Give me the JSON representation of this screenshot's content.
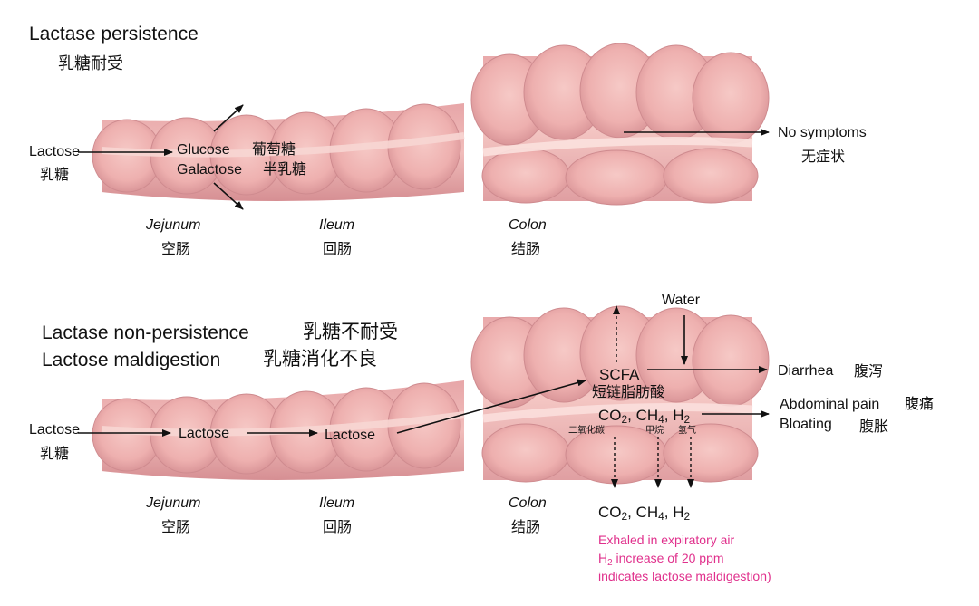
{
  "colors": {
    "tissue": "#ecaeae",
    "tissue_dark": "#c98084",
    "tissue_light": "#f7d4d2",
    "arrow": "#111111",
    "note": "#e0308c"
  },
  "top": {
    "title": "Lactase persistence",
    "title_cn": "乳糖耐受",
    "lactose": "Lactose",
    "lactose_cn": "乳糖",
    "glucose": "Glucose",
    "glucose_cn": "葡萄糖",
    "galactose": "Galactose",
    "galactose_cn": "半乳糖",
    "jejunum": "Jejunum",
    "jejunum_cn": "空肠",
    "ileum": "Ileum",
    "ileum_cn": "回肠",
    "colon": "Colon",
    "colon_cn": "结肠",
    "no_symptoms": "No symptoms",
    "no_symptoms_cn": "无症状"
  },
  "bottom": {
    "title1": "Lactase non-persistence",
    "title1_cn": "乳糖不耐受",
    "title2": "Lactose maldigestion",
    "title2_cn": "乳糖消化不良",
    "lactose": "Lactose",
    "lactose_cn": "乳糖",
    "lactose_mid1": "Lactose",
    "lactose_mid2": "Lactose",
    "jejunum": "Jejunum",
    "jejunum_cn": "空肠",
    "ileum": "Ileum",
    "ileum_cn": "回肠",
    "colon": "Colon",
    "colon_cn": "结肠",
    "water": "Water",
    "scfa": "SCFA",
    "scfa_cn": "短链脂肪酸",
    "gas_co": "CO",
    "gas_co_sub": "2",
    "gas_sep1": ", CH",
    "gas_ch_sub": "4",
    "gas_sep2": ", H",
    "gas_h_sub": "2",
    "cn_co2": "二氧化碳",
    "cn_ch4": "甲烷",
    "cn_h2": "氢气",
    "diarrhea": "Diarrhea",
    "diarrhea_cn": "腹泻",
    "abdominal": "Abdominal pain",
    "abdominal_cn": "腹痛",
    "bloating": "Bloating",
    "bloating_cn": "腹胀",
    "exhaled_co": "CO",
    "exhaled_co_sub": "2",
    "exhaled_sep1": ", CH",
    "exhaled_ch_sub": "4",
    "exhaled_sep2": ", H",
    "exhaled_h_sub": "2",
    "note1": "Exhaled in expiratory air",
    "note2_h": "H",
    "note2_sub": "2",
    "note2_rest": " increase of 20 ppm",
    "note3": "indicates lactose maldigestion)"
  }
}
